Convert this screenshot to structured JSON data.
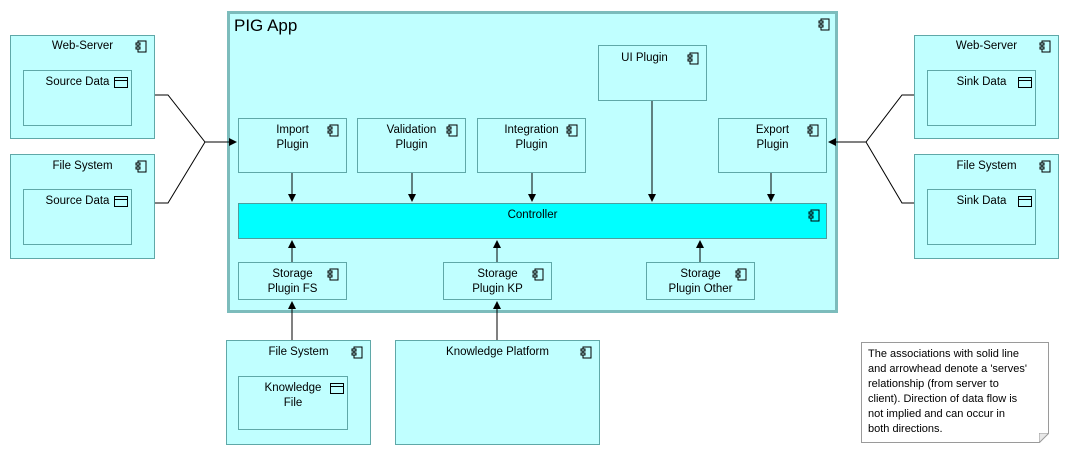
{
  "app": {
    "title": "PIG App"
  },
  "left": {
    "web_server": {
      "title": "Web-Server",
      "artifact": "Source Data"
    },
    "file_system": {
      "title": "File System",
      "artifact": "Source Data"
    }
  },
  "right": {
    "web_server": {
      "title": "Web-Server",
      "artifact": "Sink Data"
    },
    "file_system": {
      "title": "File System",
      "artifact": "Sink Data"
    }
  },
  "plugins": {
    "ui": "UI Plugin",
    "import": "Import\nPlugin",
    "validation": "Validation\nPlugin",
    "integration": "Integration\nPlugin",
    "export": "Export\nPlugin",
    "controller": "Controller",
    "storage_fs": "Storage\nPlugin FS",
    "storage_kp": "Storage\nPlugin KP",
    "storage_other": "Storage\nPlugin Other"
  },
  "bottom": {
    "file_system": {
      "title": "File System",
      "artifact": "Knowledge\nFile"
    },
    "knowledge_platform": {
      "title": "Knowledge Platform"
    }
  },
  "note": "The associations with solid line\nand  arrowhead denote a 'serves'\nrelationship (from server to\nclient). Direction of data flow is\nnot implied and can occur in\nboth directions.",
  "colors": {
    "fill": "#c0ffff",
    "controller_fill": "#00ffff",
    "border": "#5fa8a8"
  },
  "icons": [
    "component-icon",
    "artifact-icon"
  ]
}
